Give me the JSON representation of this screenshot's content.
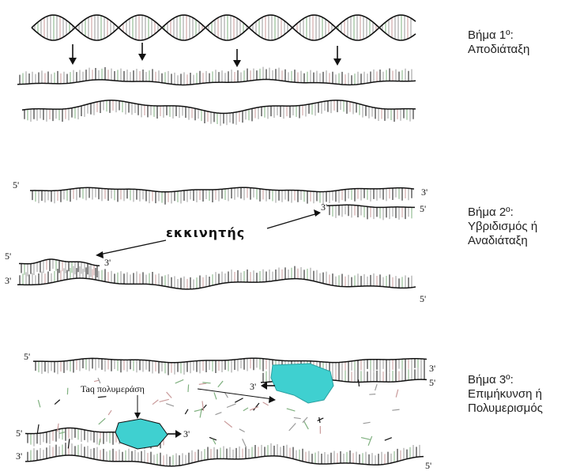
{
  "colors": {
    "ink": "#111111",
    "rung_gray": "#9a9a9a",
    "rung_green": "#7fb07f",
    "rung_pink": "#c99a9a",
    "polymerase": "#3fd0d0"
  },
  "steps": [
    {
      "line1": "Βήμα 1º:",
      "line2": "Αποδιάταξη"
    },
    {
      "line1": "Βήμα 2º:",
      "line2": "Υβριδισμός ή",
      "line3": "Αναδιάταξη"
    },
    {
      "line1": "Βήμα 3º:",
      "line2": "Επιμήκυνση ή",
      "line3": "Πολυμερισμός"
    }
  ],
  "labels": {
    "primer": "εκκινητής",
    "taq_polymerase": "Taq πολυμεράση",
    "five_prime": "5'",
    "three_prime": "3'"
  },
  "icons": [
    "down-arrow-icon",
    "arrow-icon"
  ]
}
